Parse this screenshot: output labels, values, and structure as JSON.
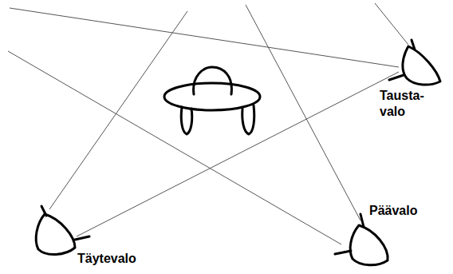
{
  "diagram": {
    "labels": [
      "Tausta- valo",
      "Päävalo",
      "Täytevalo"
    ]
  }
}
